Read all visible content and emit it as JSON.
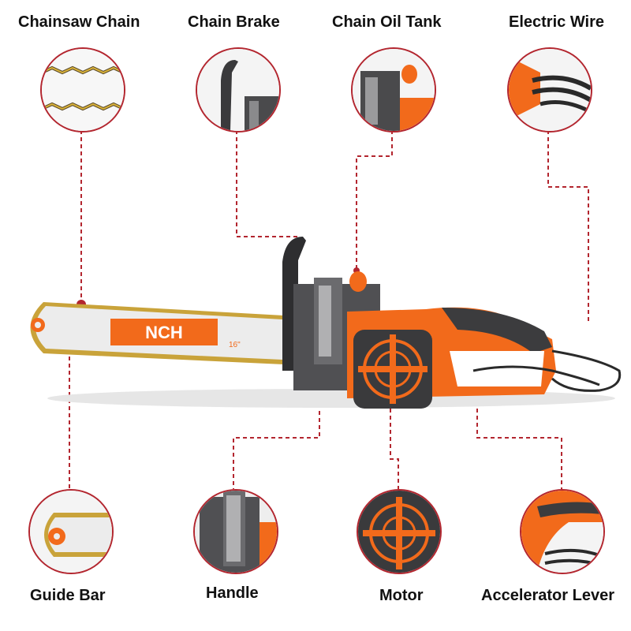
{
  "accent_color": "#b3262f",
  "tool_color": "#f26a1b",
  "labels": {
    "chainsaw_chain": "Chainsaw Chain",
    "chain_brake": "Chain Brake",
    "chain_oil_tank": "Chain Oil Tank",
    "electric_wire": "Electric Wire",
    "guide_bar": "Guide Bar",
    "handle": "Handle",
    "motor": "Motor",
    "accelerator_lever": "Accelerator Lever"
  },
  "bar_brand": "NCH",
  "bar_size": "16\""
}
